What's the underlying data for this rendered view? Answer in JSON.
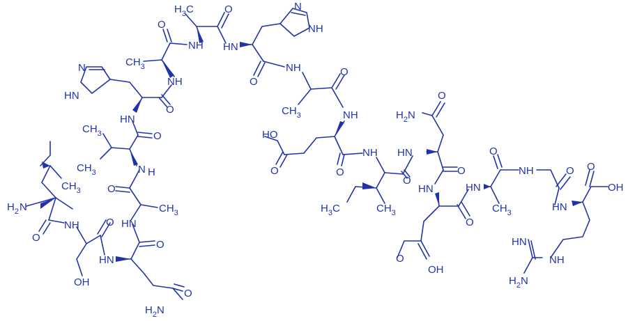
{
  "ink_color": "#2233aa",
  "background_color": "#ffffff",
  "labels": {
    "methyl": "CH",
    "methyl_sub": "3",
    "amine": "H",
    "amine_sub": "2",
    "amine_n": "N",
    "nh": "NH",
    "hn": "HN",
    "o": "O",
    "oh": "OH",
    "ho": "HO",
    "n": "N",
    "h": "H"
  }
}
